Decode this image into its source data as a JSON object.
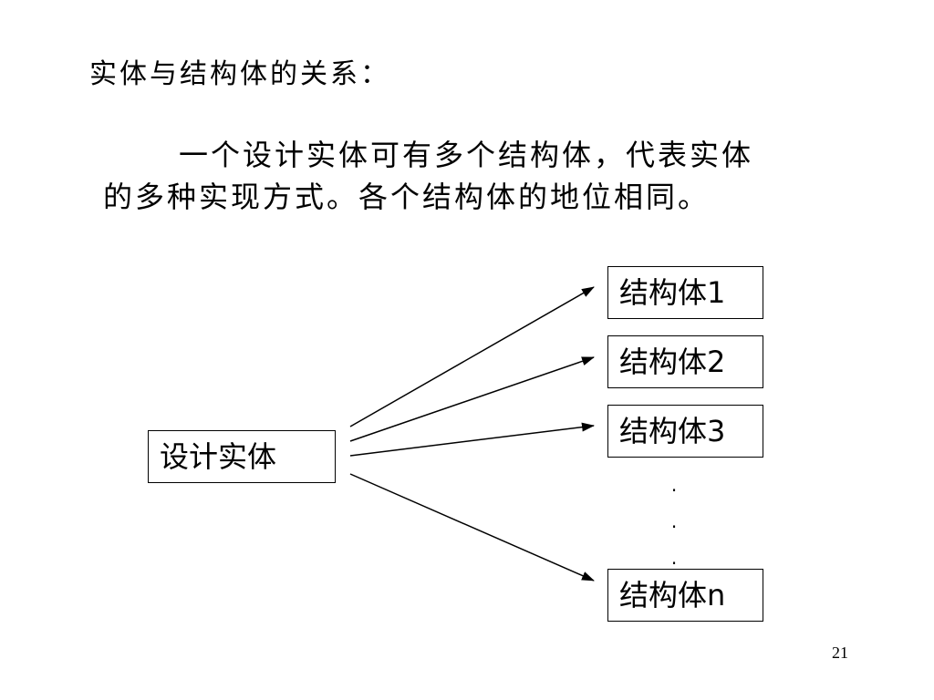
{
  "slide": {
    "title": "实体与结构体的关系：",
    "paragraph_line_1": "一个设计实体可有多个结构体，代表实体",
    "paragraph_line_2": "的多种实现方式。各个结构体的地位相同。",
    "page_number": "21"
  },
  "diagram": {
    "entity_label": "设计实体",
    "structures": [
      "结构体1",
      "结构体2",
      "结构体3",
      "结构体n"
    ],
    "ellipsis": [
      ".",
      ".",
      "."
    ]
  },
  "colors": {
    "background": "#ffffff",
    "text": "#000000",
    "line": "#000000"
  }
}
